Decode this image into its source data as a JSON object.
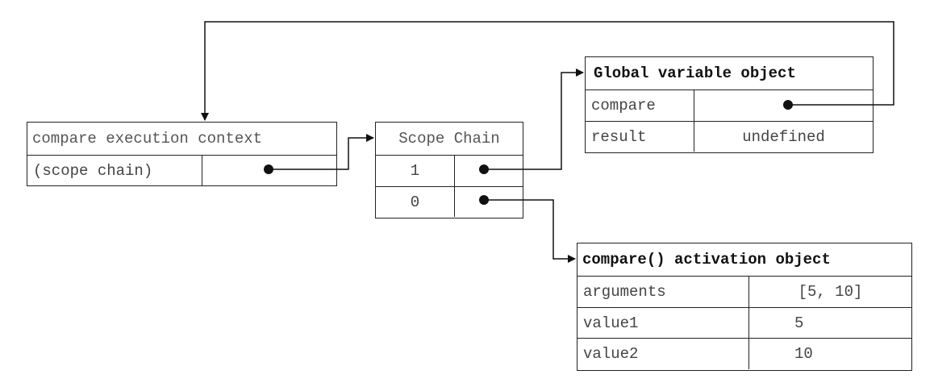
{
  "execution_context": {
    "title": "compare execution context",
    "rows": [
      {
        "label": "(scope chain)"
      }
    ]
  },
  "scope_chain": {
    "title": "Scope Chain",
    "rows": [
      {
        "index": "1"
      },
      {
        "index": "0"
      }
    ]
  },
  "global_object": {
    "title": "Global variable object",
    "rows": [
      {
        "name": "compare",
        "value": ""
      },
      {
        "name": "result",
        "value": "undefined"
      }
    ]
  },
  "activation_object": {
    "title": "compare() activation object",
    "rows": [
      {
        "name": "arguments",
        "value": "[5, 10]"
      },
      {
        "name": "value1",
        "value": "5"
      },
      {
        "name": "value2",
        "value": "10"
      }
    ]
  }
}
